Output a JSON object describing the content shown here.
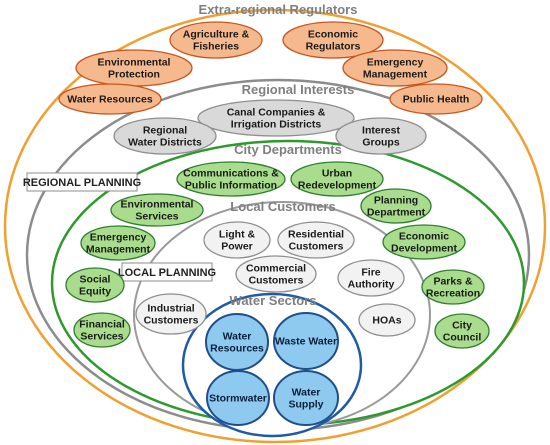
{
  "rings": {
    "extra_regional": "Extra-regional Regulators",
    "regional": "Regional Interests",
    "city": "City Departments",
    "local": "Local Customers",
    "water": "Water Sectors"
  },
  "labels": {
    "regional_planning": "REGIONAL PLANNING",
    "local_planning": "LOCAL PLANNING"
  },
  "extra_regional_nodes": [
    [
      "Agriculture &",
      "Fisheries"
    ],
    [
      "Economic",
      "Regulators"
    ],
    [
      "Environmental",
      "Protection"
    ],
    [
      "Emergency",
      "Management"
    ],
    [
      "Water Resources"
    ],
    [
      "Public Health"
    ]
  ],
  "regional_nodes": [
    [
      "Canal Companies &",
      "Irrigation Districts"
    ],
    [
      "Regional",
      "Water Districts"
    ],
    [
      "Interest",
      "Groups"
    ]
  ],
  "city_nodes": [
    [
      "Communications &",
      "Public Information"
    ],
    [
      "Urban",
      "Redevelopment"
    ],
    [
      "Environmental",
      "Services"
    ],
    [
      "Planning",
      "Department"
    ],
    [
      "Emergency",
      "Management"
    ],
    [
      "Economic",
      "Development"
    ],
    [
      "Social",
      "Equity"
    ],
    [
      "Parks &",
      "Recreation"
    ],
    [
      "Financial",
      "Services"
    ],
    [
      "City",
      "Council"
    ]
  ],
  "local_nodes": [
    [
      "Light &",
      "Power"
    ],
    [
      "Residential",
      "Customers"
    ],
    [
      "Commercial",
      "Customers"
    ],
    [
      "Fire",
      "Authority"
    ],
    [
      "Industrial",
      "Customers"
    ],
    [
      "HOAs"
    ]
  ],
  "water_nodes": [
    [
      "Water",
      "Resources"
    ],
    [
      "Waste Water"
    ],
    [
      "Stormwater"
    ],
    [
      "Water",
      "Supply"
    ]
  ],
  "colors": {
    "orange_ring": "#f0a030",
    "orange_fill": "#f6b98e",
    "orange_stroke": "#c8561e",
    "gray_ring": "#8c8c8c",
    "gray_fill": "#d9d9d9",
    "gray_stroke": "#8f8f8f",
    "green_ring": "#2e9a2e",
    "green_fill": "#a9dc8c",
    "green_stroke": "#2e7d2e",
    "local_ring": "#9a9a9a",
    "local_fill": "#f2f2f2",
    "blue_ring": "#1f5aa8",
    "blue_fill": "#8ec9f0",
    "blue_stroke": "#1f4e8a"
  }
}
